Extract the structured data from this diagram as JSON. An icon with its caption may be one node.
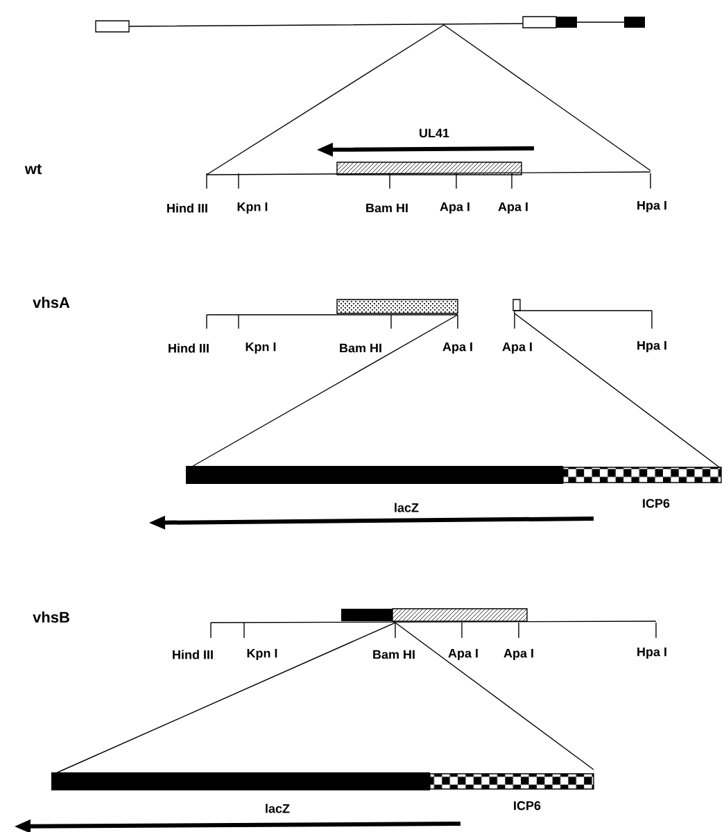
{
  "diagram": {
    "labels": [
      "UL41",
      "wt",
      "Hind III",
      "Kpn I",
      "Bam HI",
      "Apa I",
      "Apa I",
      "Hpa I",
      "vhsA",
      "Hind III",
      "Kpn I",
      "Bam HI",
      "Apa I",
      "Apa I",
      "Hpa I",
      "lacZ",
      "ICP6",
      "vhsB",
      "Hind III",
      "Kpn I",
      "Bam HI",
      "Apa I",
      "Apa I",
      "Hpa I",
      "lacZ",
      "ICP6"
    ]
  }
}
